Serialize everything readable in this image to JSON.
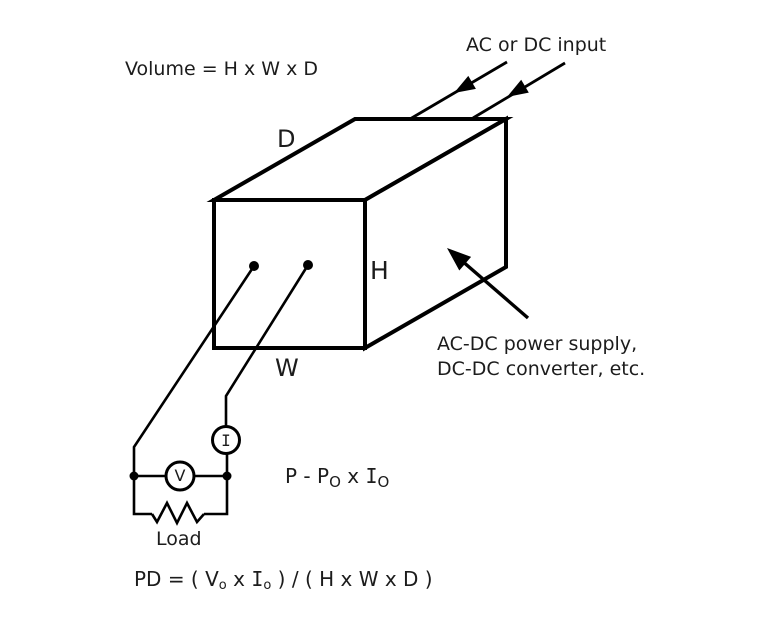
{
  "colors": {
    "ink": "#000000",
    "text": "#1c1c1c",
    "background": "#ffffff"
  },
  "labels": {
    "volume_formula": "Volume = H x W x D",
    "input_label": "AC or DC input",
    "dim_depth": "D",
    "dim_height": "H",
    "dim_width": "W",
    "supply_line1": "AC-DC power supply,",
    "supply_line2": "DC-DC converter, etc.",
    "load_label": "Load",
    "voltmeter_label": "V",
    "ammeter_label": "I"
  },
  "formulas": {
    "output_power": {
      "part1": "P - P",
      "sub1": "O",
      "part2": " x ",
      "symbol_i": "I",
      "sub2": "O"
    },
    "power_density": {
      "part1": "PD = ( V",
      "sub1": "o",
      "part2": " x ",
      "symbol_i": "I",
      "sub2": "o",
      "part3": " ) / ( H x W x D )"
    }
  }
}
